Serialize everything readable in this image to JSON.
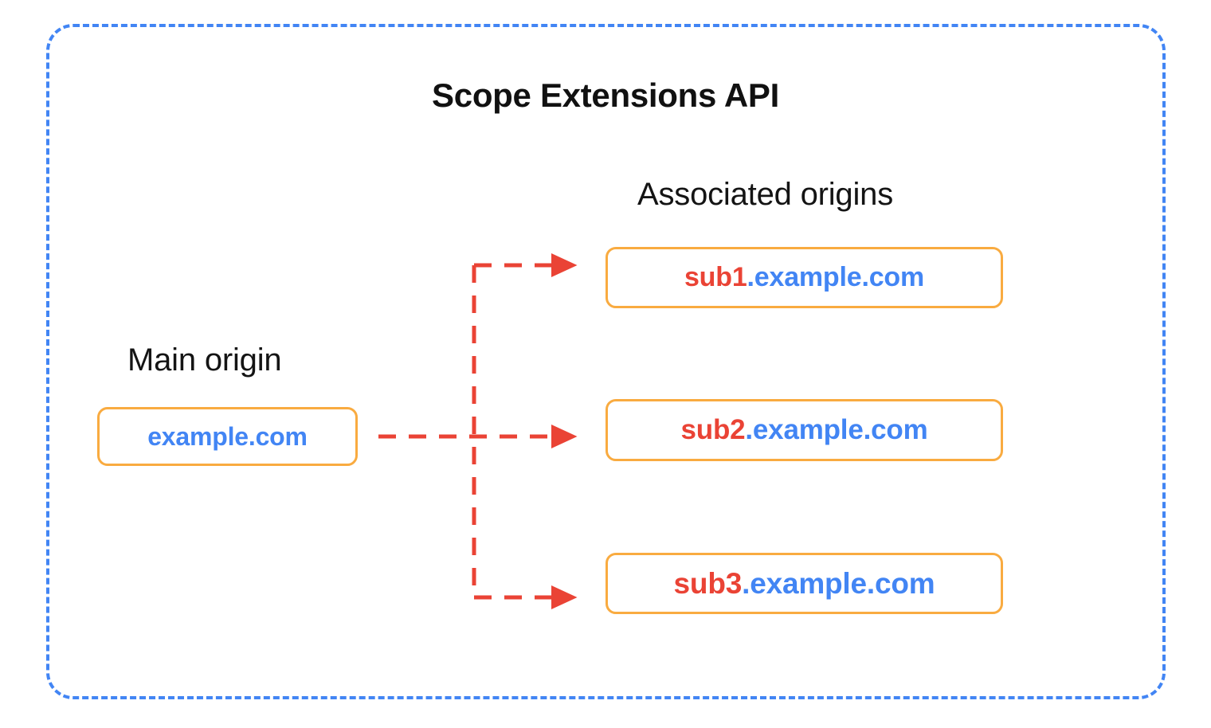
{
  "diagram": {
    "title": "Scope Extensions API",
    "frame": {
      "border_color": "#4285F4",
      "border_style": "dashed"
    },
    "headings": {
      "main_origin": "Main origin",
      "associated_origins": "Associated origins"
    },
    "colors": {
      "blue": "#4285F4",
      "red": "#EA4335",
      "orange": "#F9AB40",
      "text": "#141414",
      "background": "#FFFFFF"
    },
    "main_origin_box": {
      "subdomain": "",
      "domain": "example.com",
      "full_text": "example.com",
      "border_color": "#F9AB40"
    },
    "associated_origin_boxes": [
      {
        "subdomain": "sub1",
        "domain": ".example.com",
        "full_text": "sub1.example.com",
        "border_color": "#F9AB40"
      },
      {
        "subdomain": "sub2",
        "domain": ".example.com",
        "full_text": "sub2.example.com",
        "border_color": "#F9AB40"
      },
      {
        "subdomain": "sub3",
        "domain": ".example.com",
        "full_text": "sub3.example.com",
        "border_color": "#F9AB40"
      }
    ],
    "connectors": {
      "style": "dashed",
      "color": "#EA4335",
      "arrow_count": 3,
      "description": "Dashed red arrows from main origin branching to three associated origins"
    }
  }
}
